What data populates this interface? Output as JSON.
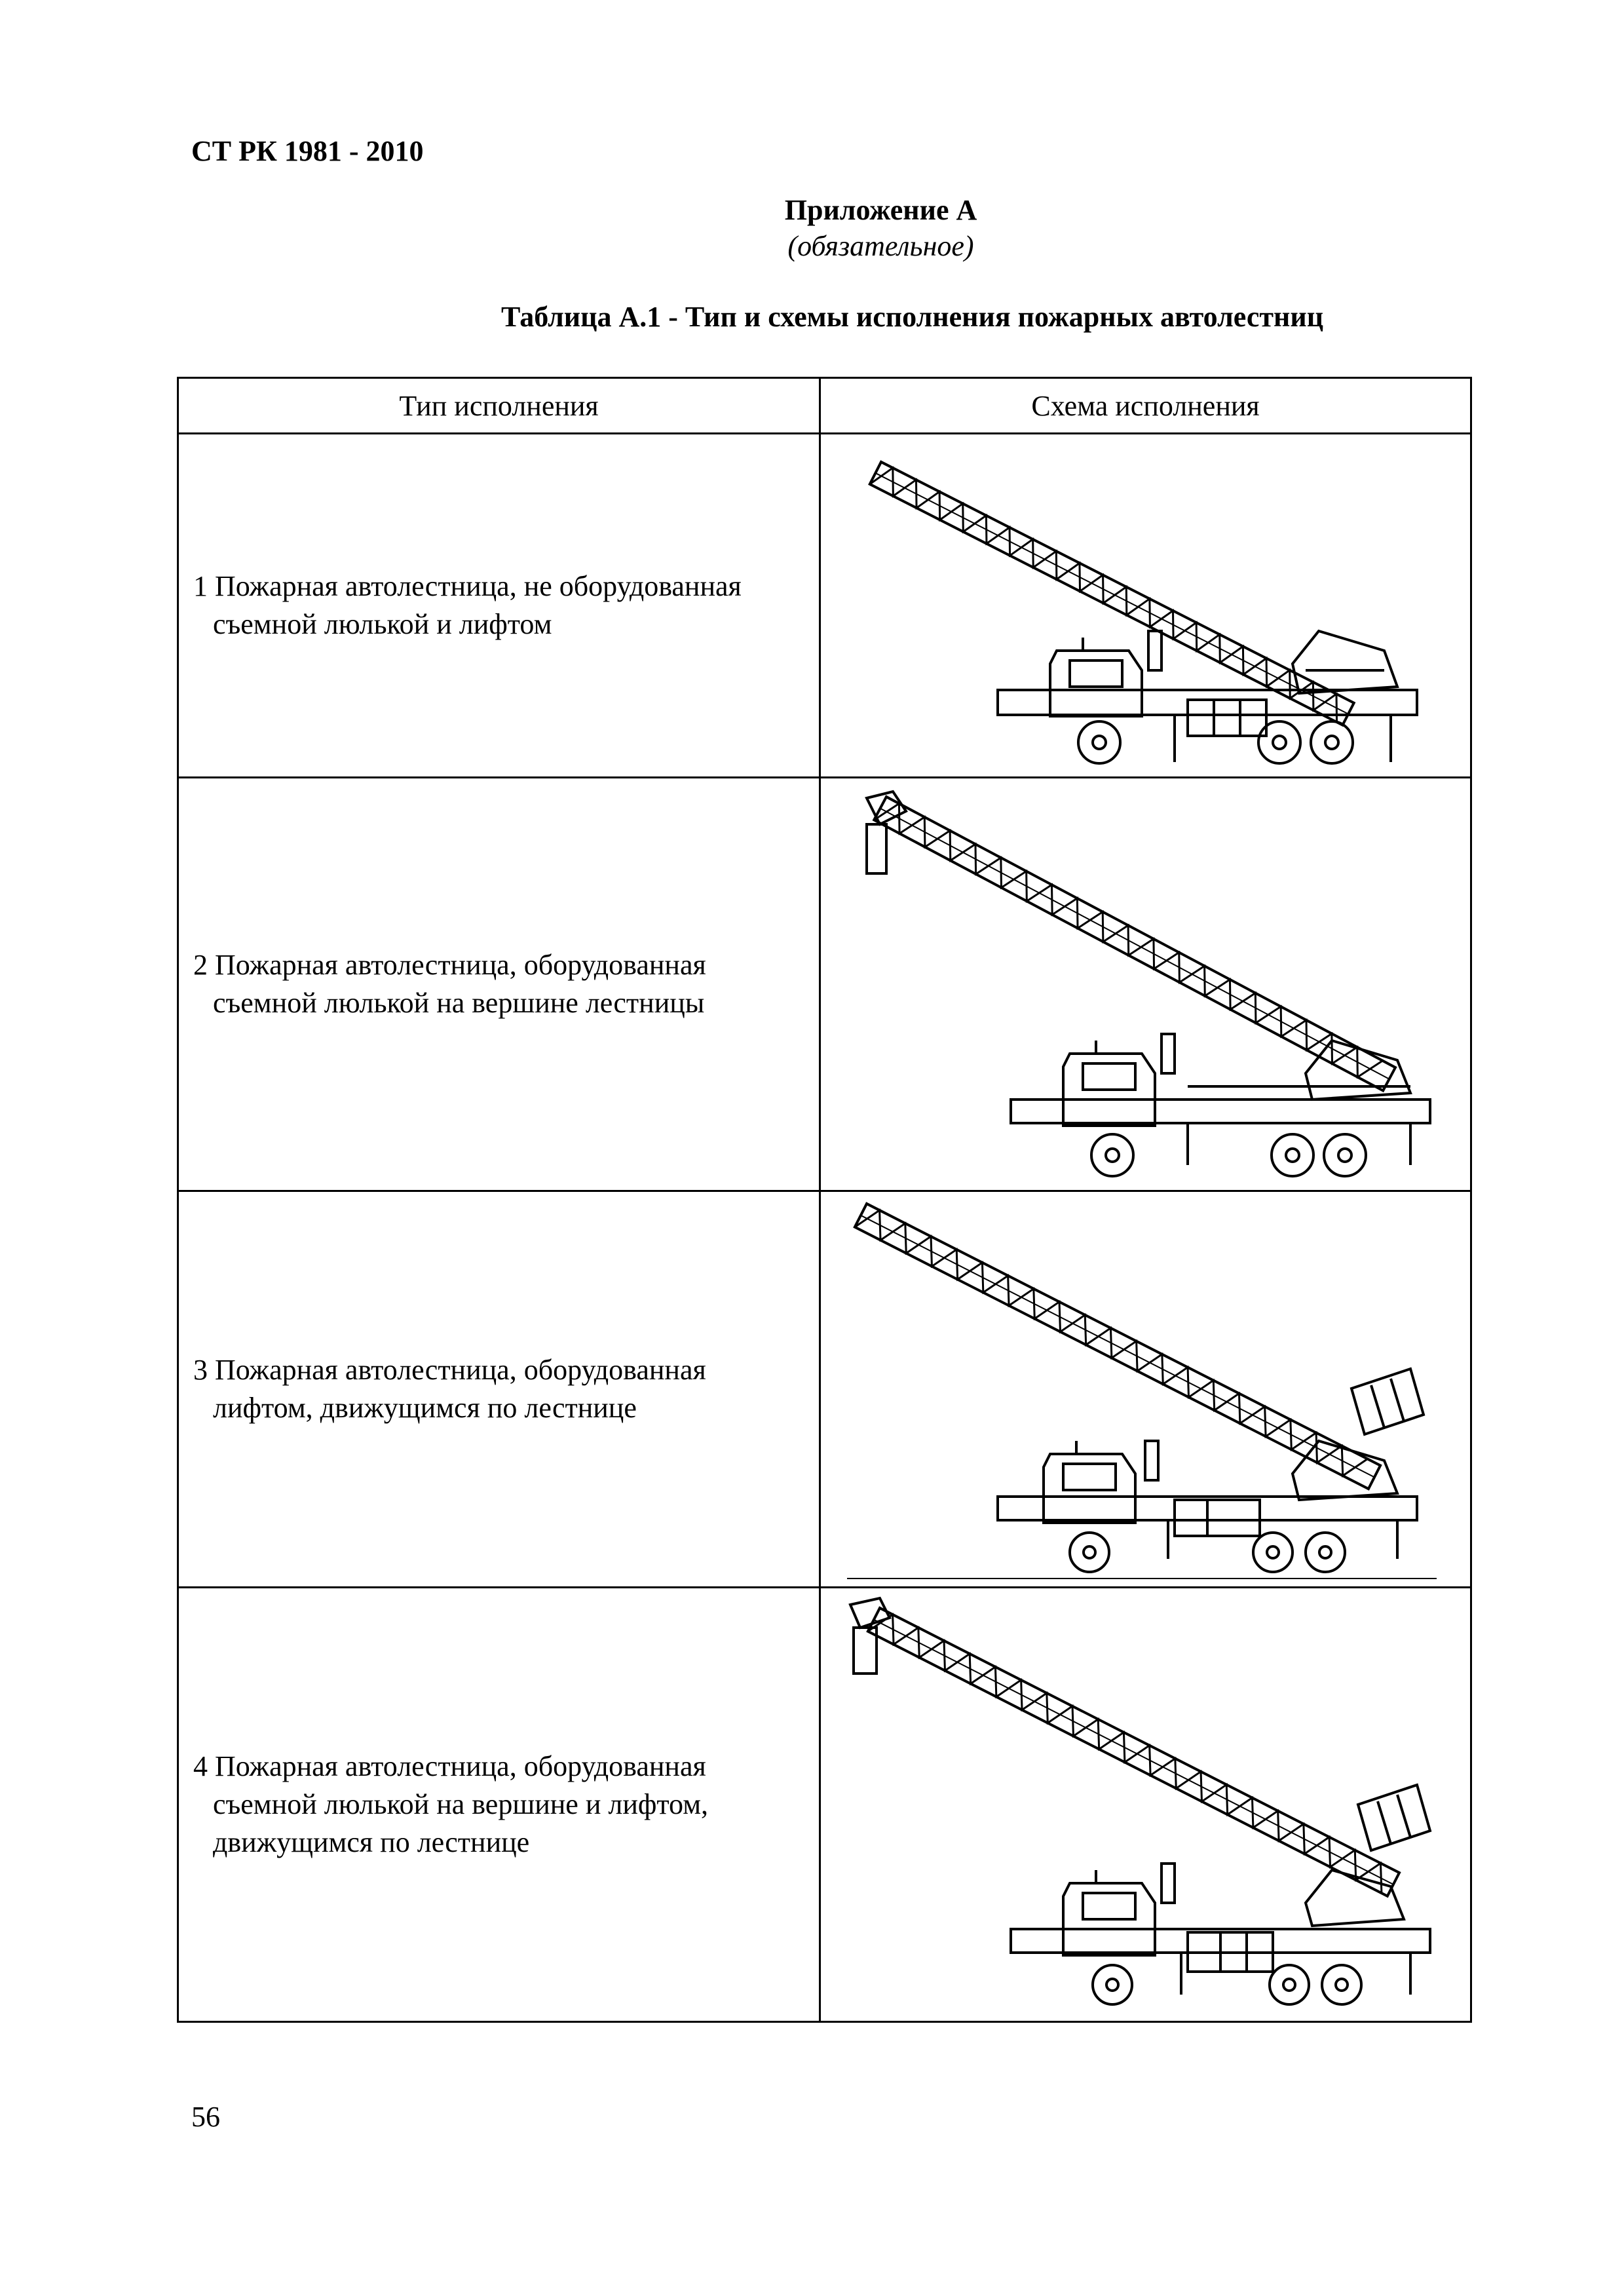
{
  "header": {
    "doc_code": "СТ РК 1981 - 2010"
  },
  "appendix": {
    "title": "Приложение А",
    "subtitle": "(обязательное)"
  },
  "table": {
    "caption": "Таблица А.1 - Тип и схемы исполнения пожарных автолестниц",
    "columns": [
      "Тип исполнения",
      "Схема исполнения"
    ],
    "rows": [
      {
        "line1": "1 Пожарная автолестница, не оборудованная",
        "line2": "съемной люлькой и лифтом",
        "line3": "",
        "figure": "ladder-truck-no-cradle-no-lift"
      },
      {
        "line1": "2 Пожарная автолестница, оборудованная",
        "line2": "съемной люлькой на вершине лестницы",
        "line3": "",
        "figure": "ladder-truck-cradle"
      },
      {
        "line1": "3 Пожарная автолестница, оборудованная",
        "line2": "лифтом, движущимся по лестнице",
        "line3": "",
        "figure": "ladder-truck-lift"
      },
      {
        "line1": "4 Пожарная автолестница, оборудованная",
        "line2": "съемной люлькой на вершине и лифтом,",
        "line3": "движущимся по лестнице",
        "figure": "ladder-truck-cradle-lift"
      }
    ]
  },
  "footer": {
    "page_number": "56"
  }
}
